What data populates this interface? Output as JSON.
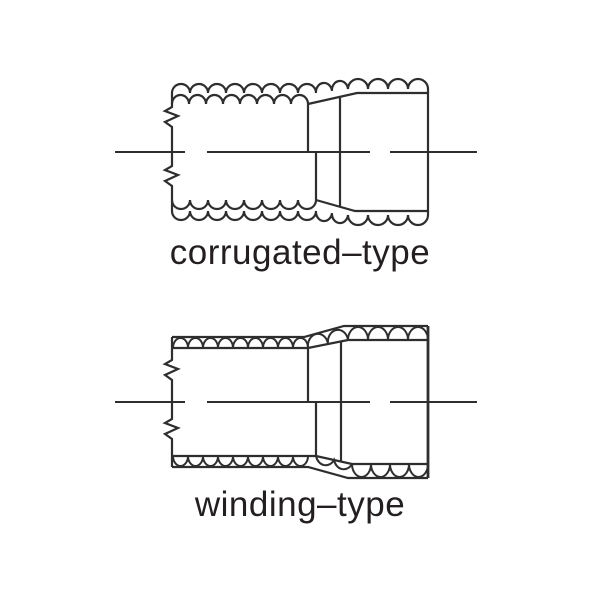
{
  "page": {
    "background_color": "#ffffff"
  },
  "colors": {
    "line": "#2e2e2e",
    "text": "#231f20"
  },
  "figures": [
    {
      "id": "corrugated",
      "label": "corrugated–type"
    },
    {
      "id": "winding",
      "label": "winding–type"
    }
  ]
}
